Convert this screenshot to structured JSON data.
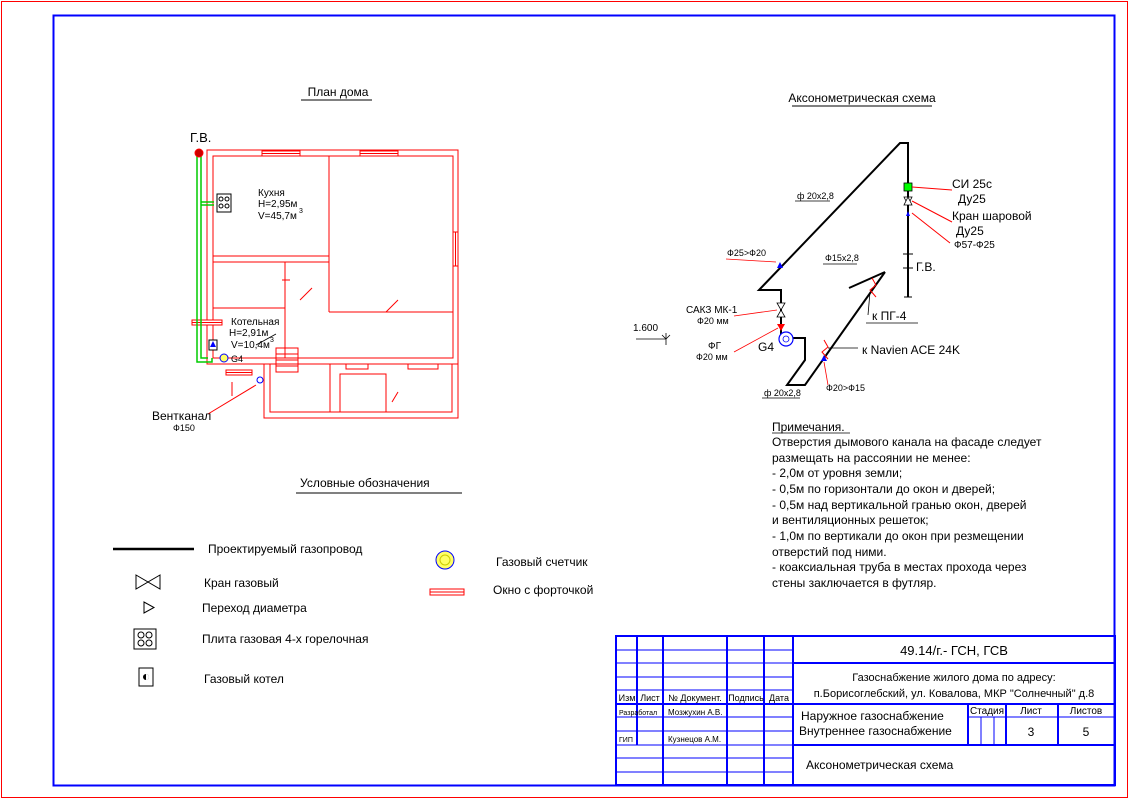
{
  "colors": {
    "border_outer": "#ff0000",
    "frame": "#0000ff",
    "walls": "#ff0000",
    "gas_pipe": "#00cc00",
    "pipe": "#000000",
    "vent": "#ff0000",
    "text": "#000000",
    "valve_fill": "#00ff00",
    "meter_fill": "#ffff66",
    "meter_ring": "#0000ff"
  },
  "plan": {
    "title": "План дома",
    "gv_label": "Г.В.",
    "kitchen": {
      "name": "Кухня",
      "height": "H=2,95м",
      "volume": "V=45,7м",
      "volume_sup": "3"
    },
    "boiler_room": {
      "name": "Котельная",
      "height": "H=2,91м",
      "volume": "V=10,4м",
      "volume_sup": "3"
    },
    "meter_label": "G4",
    "vent_label": "Вентканал",
    "vent_size": "Ф150"
  },
  "axon": {
    "title": "Аксонометрическая схема",
    "labels": {
      "pipe_top": "ф 20х2,8",
      "reducer_25_20": "Ф25>Ф20",
      "pipe_mid": "Ф15х2,8",
      "gv": "Г.В.",
      "si": "СИ 25с",
      "si_dn": "Ду25",
      "ball_valve": "Кран шаровой",
      "ball_valve_dn": "Ду25",
      "reducer_57_25": "Ф57-Ф25",
      "sakz": "САКЗ МК-1",
      "sakz_size": "Ф20 мм",
      "fg": "ФГ",
      "fg_size": "Ф20 мм",
      "meter": "G4",
      "elevation": "1.600",
      "to_pg4": "к ПГ-4",
      "to_boiler": "к Navien ACE 24K",
      "pipe_bottom": "ф 20х2,8",
      "reducer_20_15": "Ф20>Ф15"
    }
  },
  "notes": {
    "title": "Примечания.",
    "lines": [
      "Отверстия дымового канала на фасаде следует",
      "размещать на рассоянии не менее:",
      "- 2,0м от уровня земли;",
      "- 0,5м по горизонтали до окон и дверей;",
      "- 0,5м над вертикальной гранью окон, дверей",
      "и вентиляционных решеток;",
      "- 1,0м по вертикали до окон при резмещении",
      "отверстий под ними.",
      "- коаксиальная труба в местах прохода через",
      "стены заключается в футляр."
    ]
  },
  "legend": {
    "title": "Условные обозначения",
    "items": {
      "pipeline": "Проектируемый газопровод",
      "valve": "Кран газовый",
      "transition": "Переход диаметра",
      "stove": "Плита газовая  4-х горелочная",
      "boiler": "Газовый котел",
      "meter": "Газовый счетчик",
      "window": "Окно с форточкой"
    }
  },
  "stamp": {
    "code": "49.14/г.-  ГСН, ГСВ",
    "object_line1": "Газоснабжение жилого дома по адресу:",
    "object_line2": "п.Борисоглебский, ул. Ковалова, МКР \"Солнечный\" д.8",
    "col_izm": "Изм",
    "col_list": "Лист",
    "col_doc": "№ Документ.",
    "col_sign": "Подпись",
    "col_date": "Дата",
    "role_dev": "Разработал",
    "name_dev": "Мозжухин А.В.",
    "role_gip": "ГИП",
    "name_gip": "Кузнецов А.М.",
    "section_line1": "Наружное газоснабжение",
    "section_line2": "Внутреннее газоснабжение",
    "stage_header": "Стадия",
    "sheet_header": "Лист",
    "sheets_header": "Листов",
    "sheet_value": "3",
    "sheets_value": "5",
    "drawing_title": "Аксонометрическая схема"
  }
}
